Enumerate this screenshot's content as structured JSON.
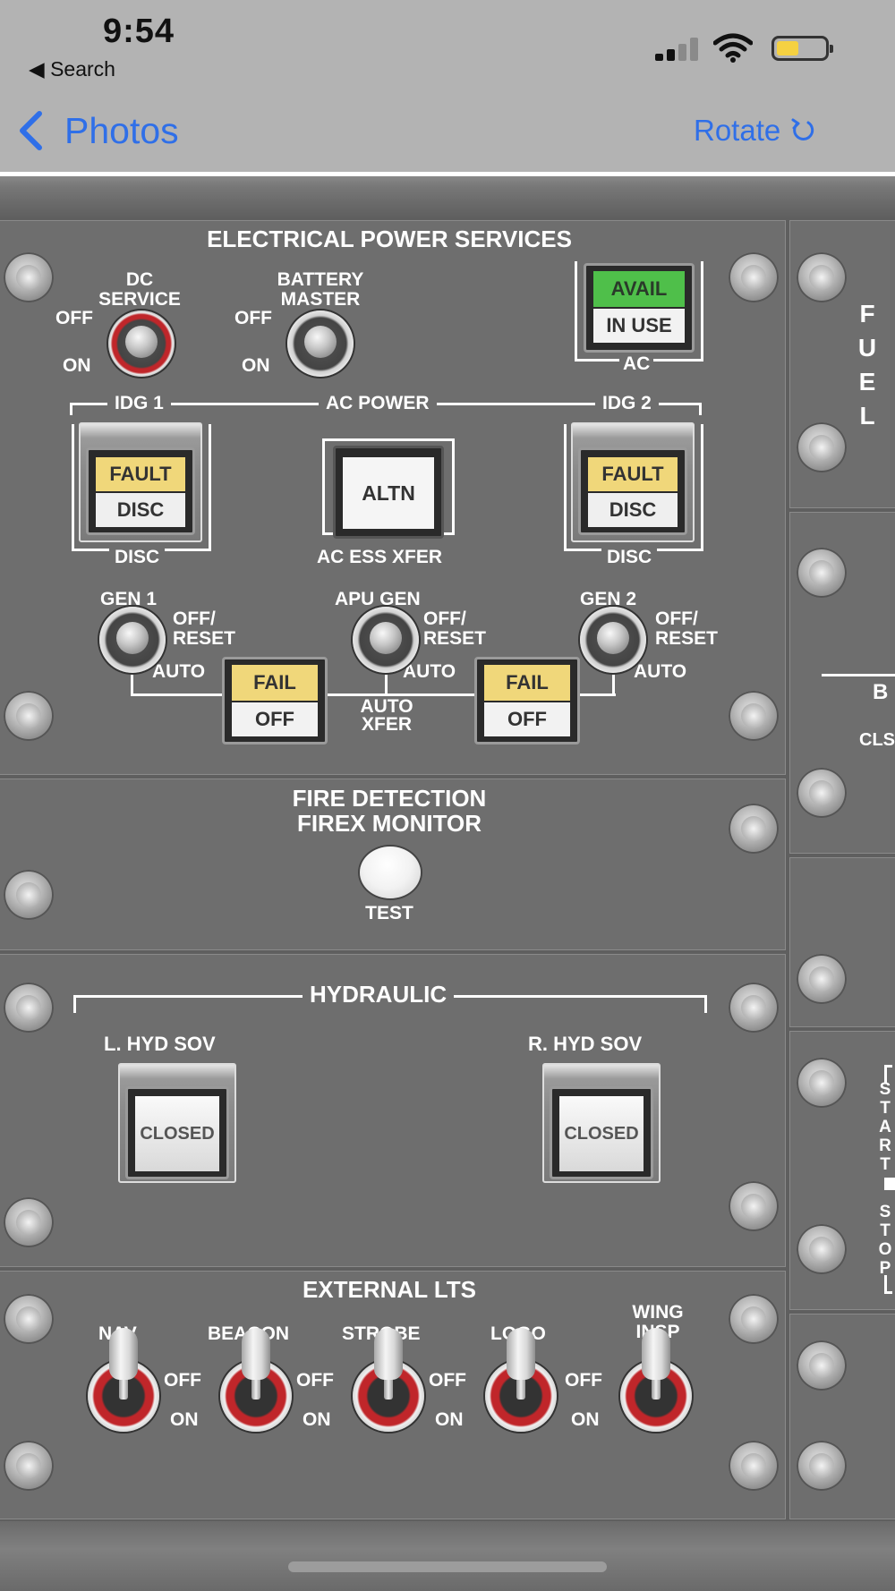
{
  "status_bar": {
    "time": "9:54",
    "back_app": "Search"
  },
  "nav": {
    "back_label": "Photos",
    "rotate_label": "Rotate"
  },
  "electrical": {
    "title": "ELECTRICAL POWER SERVICES",
    "dc_service": "DC\nSERVICE",
    "battery_master": "BATTERY\nMASTER",
    "off": "OFF",
    "on": "ON",
    "avail": "AVAIL",
    "in_use": "IN USE",
    "ac": "AC",
    "idg1": "IDG 1",
    "ac_power": "AC POWER",
    "idg2": "IDG 2",
    "fault": "FAULT",
    "disc": "DISC",
    "altn": "ALTN",
    "ac_ess_xfer": "AC ESS XFER",
    "gen1": "GEN 1",
    "apu_gen": "APU GEN",
    "gen2": "GEN 2",
    "off_reset": "OFF/\nRESET",
    "auto": "AUTO",
    "fail": "FAIL",
    "fail_off": "OFF",
    "auto_xfer": "AUTO\nXFER"
  },
  "fire": {
    "title": "FIRE DETECTION\nFIREX MONITOR",
    "test": "TEST"
  },
  "hydraulic": {
    "title": "HYDRAULIC",
    "left": "L. HYD SOV",
    "right": "R. HYD SOV",
    "closed": "CLOSED"
  },
  "external_lts": {
    "title": "EXTERNAL LTS",
    "nav": "NAV",
    "beacon": "BEACON",
    "strobe": "STROBE",
    "logo": "LOGO",
    "wing_insp": "WING\nINSP",
    "off": "OFF",
    "on": "ON"
  },
  "right_column": {
    "fuel": "F\nU\nE\nL",
    "b": "B",
    "cls": "CLS",
    "start": "S\nT\nA\nR\nT",
    "stop": "S\nT\nO\nP"
  },
  "colors": {
    "ios_blue": "#2f6fe8",
    "avail_green": "#4fbf4a",
    "fault_amber": "#f0d77a",
    "panel_gray": "#6e6e6e",
    "lever_red": "#c0262a"
  }
}
